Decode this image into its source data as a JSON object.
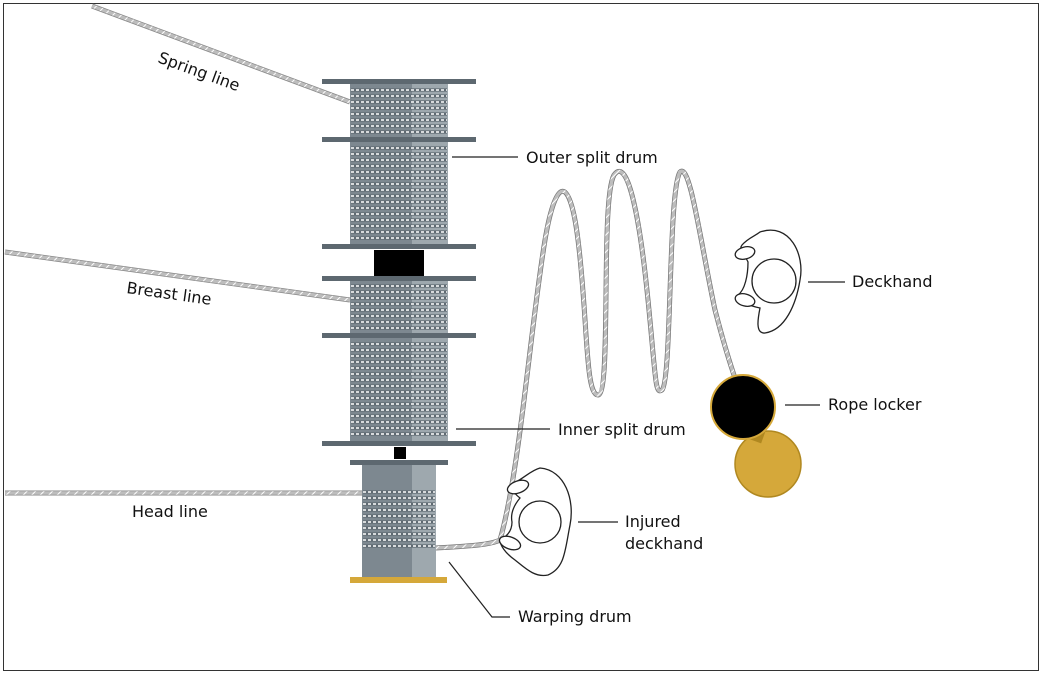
{
  "labels": {
    "spring_line": "Spring line",
    "breast_line": "Breast line",
    "head_line": "Head line",
    "outer_split_drum": "Outer split drum",
    "inner_split_drum": "Inner split drum",
    "warping_drum": "Warping drum",
    "deckhand": "Deckhand",
    "rope_locker": "Rope locker",
    "injured_deckhand_line1": "Injured",
    "injured_deckhand_line2": "deckhand"
  },
  "colors": {
    "drum_dark": "#7d8890",
    "drum_light": "#9ea8ae",
    "flange": "#5d6870",
    "gear_block": "#000000",
    "base_plate": "#d5a83a",
    "locker_lid": "#d5a83a",
    "locker_hole": "#000000",
    "rope": "#b8b8b8"
  }
}
